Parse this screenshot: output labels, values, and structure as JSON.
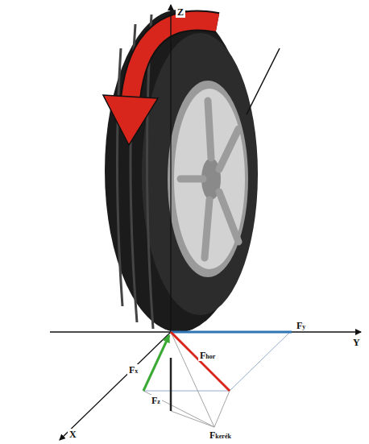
{
  "diagram": {
    "labels": [
      "Z",
      "Y",
      "X",
      "Fy",
      "Fx",
      "Fhor",
      "Fz",
      "Fkerék"
    ]
  }
}
